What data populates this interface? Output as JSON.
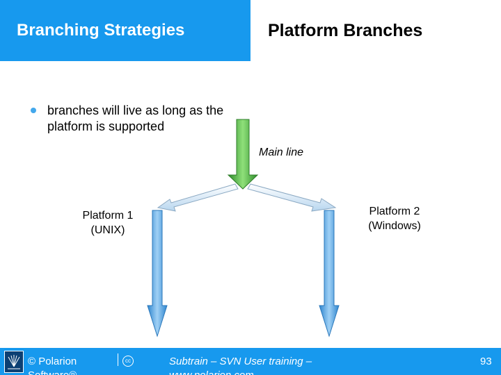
{
  "header": {
    "section_title": "Branching Strategies",
    "slide_title": "Platform Branches",
    "accent_color": "#1799ee"
  },
  "bullets": [
    {
      "text": "branches will live as long as the platform is supported"
    }
  ],
  "diagram": {
    "main_label": "Main line",
    "platform1_label": "Platform 1 (UNIX)",
    "platform2_label": "Platform 2 (Windows)",
    "main_arrow_color": "#4caf3a",
    "branch_arrow_color": "#5aa7e6"
  },
  "footer": {
    "logo_icon": "polarion-logo-icon",
    "copyright": "© Polarion Software®",
    "cc_icon": "creative-commons-icon",
    "course": "Subtrain – SVN User training – www.polarion.com",
    "page_number": "93"
  }
}
